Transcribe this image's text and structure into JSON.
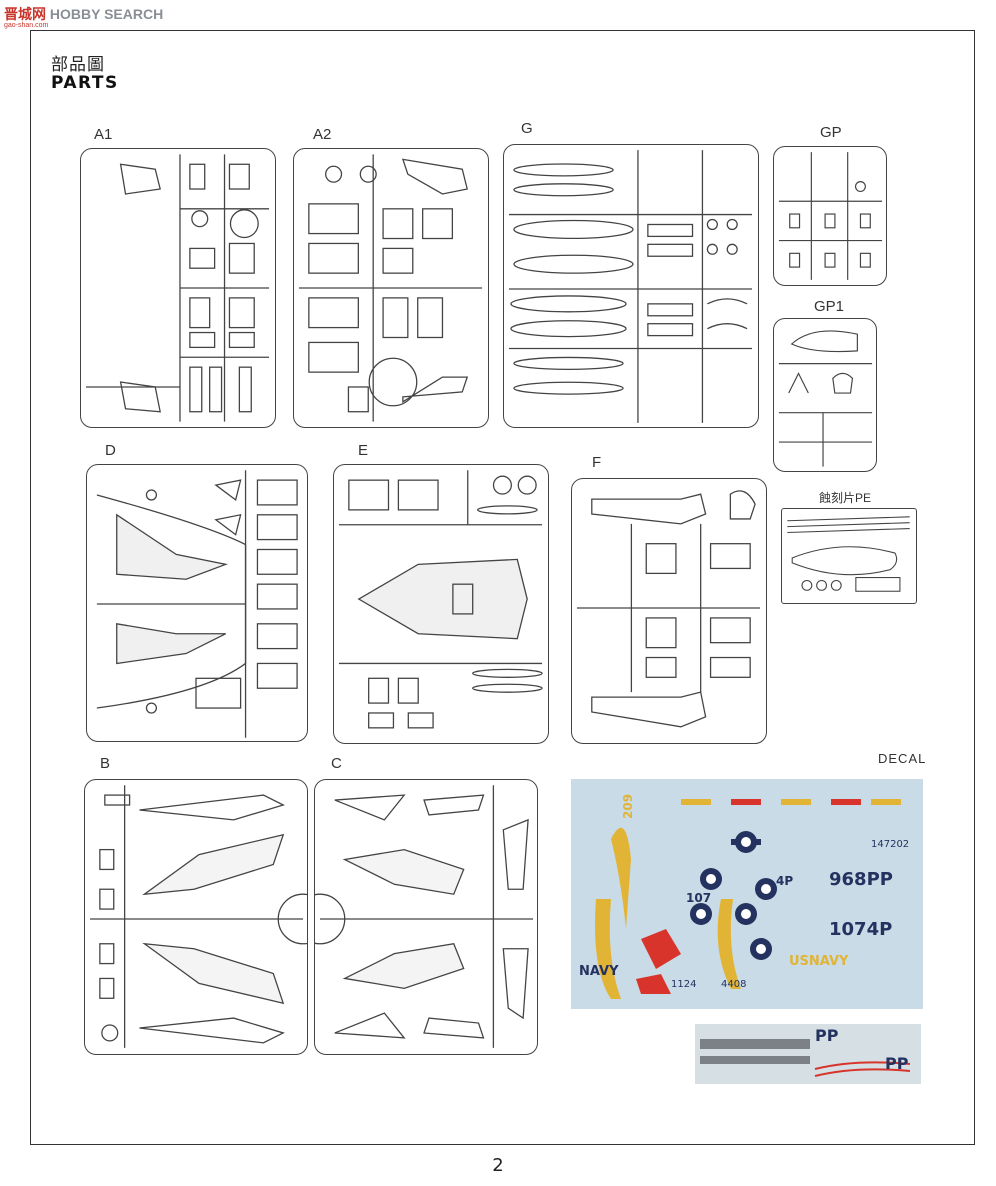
{
  "watermark": {
    "brand_cn": "晋城网",
    "brand_en": "HOBBY SEARCH",
    "sub": "gao-shan.com"
  },
  "header": {
    "title_cn": "部品圖",
    "title_en": "PARTS"
  },
  "sprues": {
    "a1": "A1",
    "a2": "A2",
    "g": "G",
    "gp": "GP",
    "gp1": "GP1",
    "d": "D",
    "e": "E",
    "f": "F",
    "pe": "蝕刻片PE",
    "b": "B",
    "c": "C"
  },
  "decal": {
    "label": "DECAL",
    "codes": [
      "209",
      "4P",
      "107",
      "968PP",
      "1074P",
      "NAVY",
      "USNAVY",
      "1124",
      "4408",
      "147202",
      "PP"
    ]
  },
  "page_number": "2",
  "colors": {
    "frame": "#333333",
    "decal_bg": "#c8dbe6",
    "red": "#d9342b",
    "yellow": "#e2b436",
    "blue": "#23325f"
  }
}
